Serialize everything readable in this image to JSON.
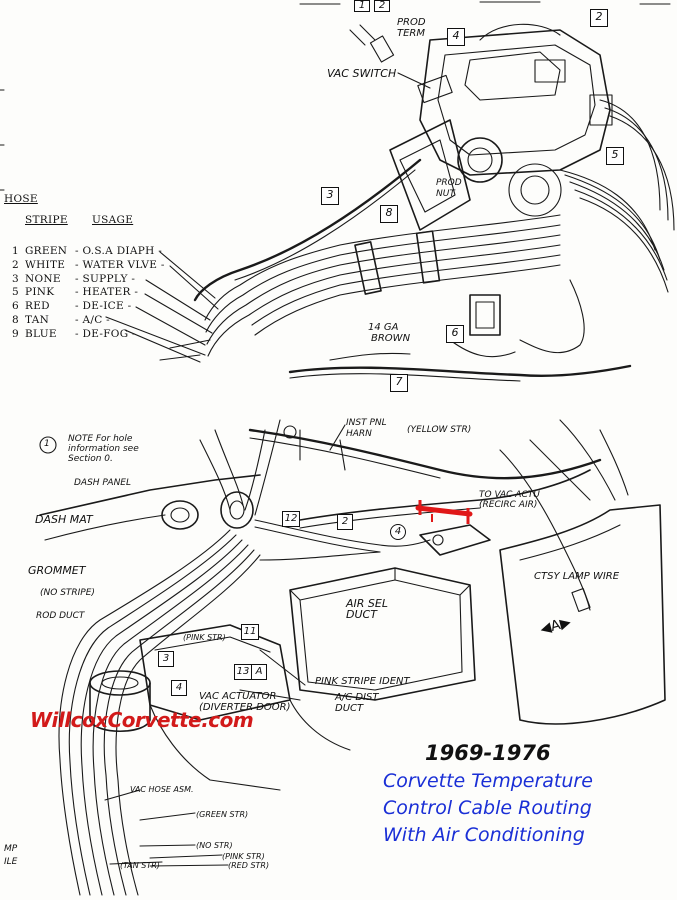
{
  "upper": {
    "callouts": [
      "1",
      "2",
      "2",
      "3",
      "4",
      "5",
      "6",
      "7",
      "8"
    ],
    "labels": {
      "prod_term": "PROD\nTERM",
      "vac_switch": "VAC SWITCH",
      "prod_nut": "PROD\nNUT",
      "wire_ga": "14 GA",
      "wire_color": "BROWN"
    },
    "hose_table": {
      "title": "HOSE",
      "col_stripe": "STRIPE",
      "col_usage": "USAGE",
      "rows": [
        {
          "num": "1",
          "stripe": "GREEN",
          "usage": "O.S.A DIAPH"
        },
        {
          "num": "2",
          "stripe": "WHITE",
          "usage": "WATER VLVE"
        },
        {
          "num": "3",
          "stripe": "NONE",
          "usage": "SUPPLY"
        },
        {
          "num": "5",
          "stripe": "PINK",
          "usage": "HEATER"
        },
        {
          "num": "6",
          "stripe": "RED",
          "usage": "DE-ICE"
        },
        {
          "num": "8",
          "stripe": "TAN",
          "usage": "A/C"
        },
        {
          "num": "9",
          "stripe": "BLUE",
          "usage": "DE-FOG"
        }
      ]
    }
  },
  "lower": {
    "note_num": "1",
    "note_lines": [
      "NOTE For hole",
      "information see",
      "Section 0."
    ],
    "labels": {
      "inst_pnl_harn": "INST PNL\nHARN",
      "yellow_str": "(YELLOW STR)",
      "dash_panel": "DASH PANEL",
      "dash_mat": "DASH MAT",
      "grommet": "GROMMET",
      "no_stripe": "(NO STRIPE)",
      "rod_duct": "ROD DUCT",
      "to_vac_actu": "TO VAC ACTU\n(RECIRC AIR)",
      "ctsy_lamp_wire": "CTSY LAMP WIRE",
      "air_sel_duct": "AIR SEL\nDUCT",
      "pink_str": "(PINK STR)",
      "pink_stripe_ident": "PINK STRIPE IDENT",
      "ac_dist_duct": "A/C DIST\nDUCT",
      "vac_actuator": "VAC ACTUATOR\n(DIVERTER DOOR)",
      "vac_hose_asm": "VAC HOSE ASM.",
      "green_str": "(GREEN STR)",
      "no_str": "(NO STR)",
      "pink_str2": "(PINK STR)",
      "red_str": "(RED STR)",
      "tan_str": "(TAN STR)",
      "arrow_a": "A",
      "edge_mp": "MP",
      "edge_ile": "ILE"
    },
    "callouts": [
      "2",
      "3",
      "4",
      "4",
      "11",
      "12",
      "13",
      "A"
    ]
  },
  "watermark": "WillcoxCorvette.com",
  "caption": {
    "years": "1969-1976",
    "lines": [
      "Corvette Temperature",
      "Control Cable Routing",
      "With Air Conditioning"
    ]
  },
  "colors": {
    "caption_blue": "#1a2fd6",
    "watermark_red": "#d21a1a",
    "highlight_red": "#e01818"
  }
}
